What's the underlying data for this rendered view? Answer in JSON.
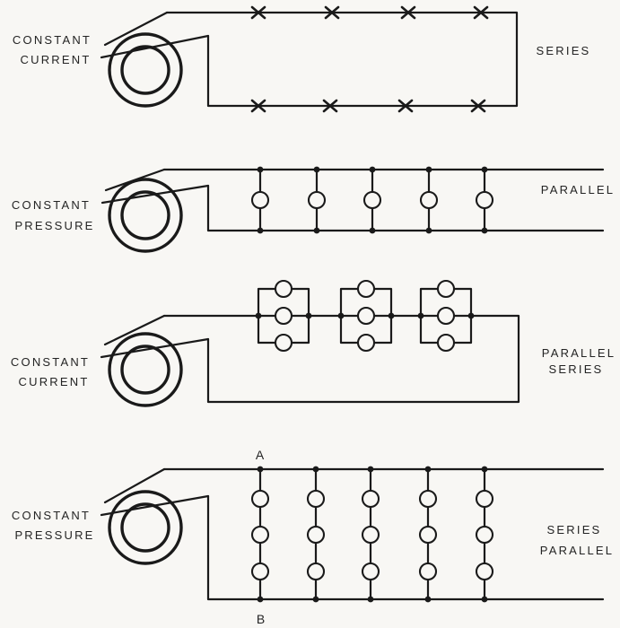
{
  "colors": {
    "background": "#f8f7f4",
    "ink": "#1a1a1a"
  },
  "sections": [
    {
      "id": "series",
      "source_label": [
        "CONSTANT",
        "CURRENT"
      ],
      "type_label": [
        "SERIES"
      ]
    },
    {
      "id": "parallel",
      "source_label": [
        "CONSTANT",
        "PRESSURE"
      ],
      "type_label": [
        "PARALLEL"
      ]
    },
    {
      "id": "parallel-series",
      "source_label": [
        "CONSTANT",
        "CURRENT"
      ],
      "type_label": [
        "PARALLEL",
        "SERIES"
      ]
    },
    {
      "id": "series-parallel",
      "source_label": [
        "CONSTANT",
        "PRESSURE"
      ],
      "type_label": [
        "SERIES",
        "PARALLEL"
      ]
    }
  ],
  "terminals": {
    "top": "A",
    "bottom": "B"
  }
}
